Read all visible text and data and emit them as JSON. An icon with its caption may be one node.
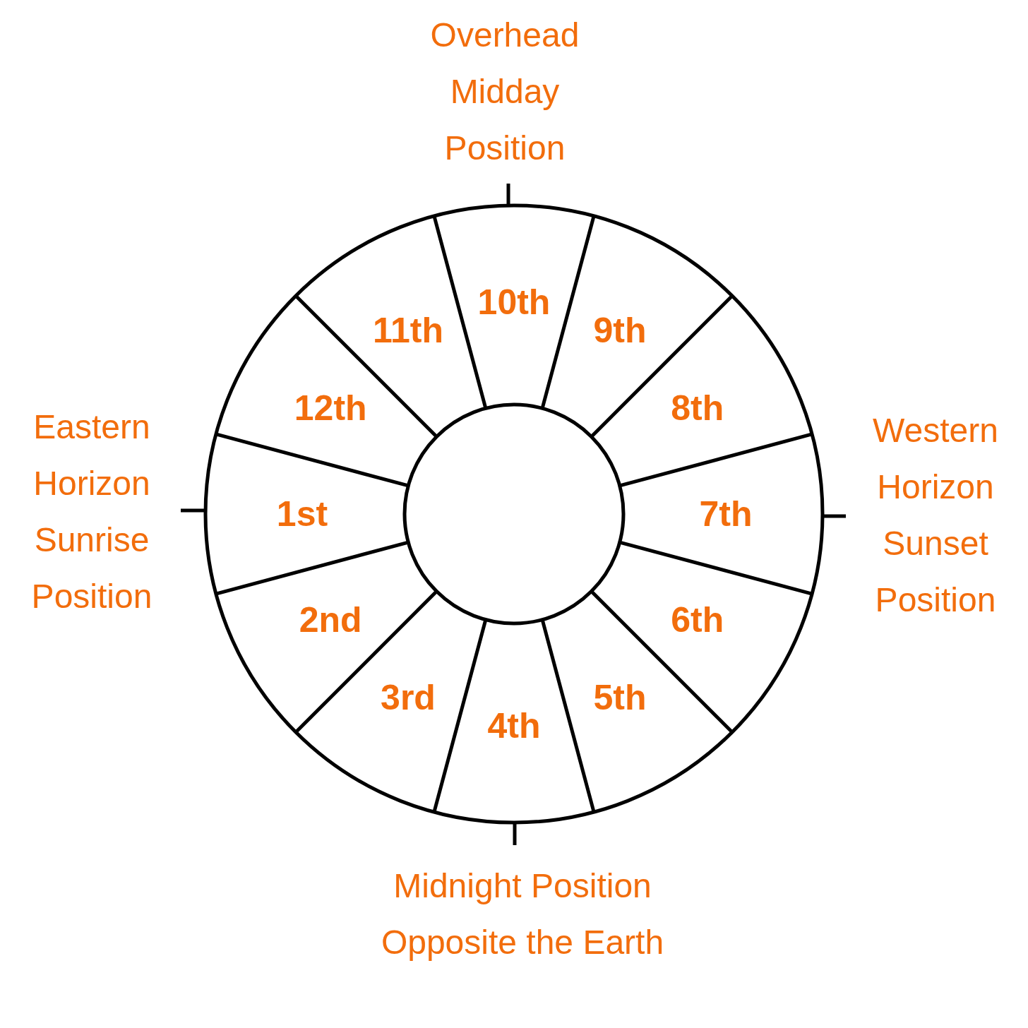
{
  "diagram": {
    "nodes": [
      {
        "text": [
          "1st"
        ]
      },
      {
        "text": [
          "2nd"
        ]
      },
      {
        "text": [
          "3rd"
        ]
      },
      {
        "text": [
          "4th"
        ]
      },
      {
        "text": [
          "5th"
        ]
      },
      {
        "text": [
          "6th"
        ]
      },
      {
        "text": [
          "7th"
        ]
      },
      {
        "text": [
          "8th"
        ]
      },
      {
        "text": [
          "9th"
        ]
      },
      {
        "text": [
          "10th"
        ]
      },
      {
        "text": [
          "11th"
        ]
      },
      {
        "text": [
          "12th"
        ]
      },
      {
        "text": [],
        "shape": "circle"
      }
    ],
    "edges": [],
    "labels": [
      "Overhead Midday Position",
      "Eastern Horizon Sunrise Position",
      "Western Horizon Sunset Position",
      "Midnight Position Opposite the Earth"
    ]
  }
}
